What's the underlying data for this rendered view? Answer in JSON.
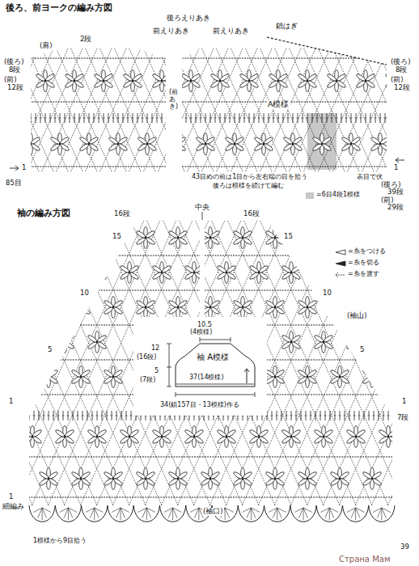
{
  "diagram": {
    "title": "後ろ、前ヨークの編み方図",
    "nodes": [
      {
        "text": [
          "袖 A模様"
        ]
      }
    ],
    "labels": [
      "後ろえりあき",
      "前えりあき",
      "前えりあき",
      "鎖はぎ",
      "2段",
      "(肩)",
      "(後ろ)",
      "8段",
      "(前)",
      "12段",
      "(前あき)",
      "A模様",
      "(後ろ)",
      "8段",
      "(前)",
      "12段",
      "1",
      "1",
      "85目",
      "43目めの前は1目から左右端の目を拾う",
      "後ろは模様を続けて編む",
      "表目で伏",
      "(後ろ)",
      "39段",
      "(前)",
      "29段",
      "袖の編み方図",
      "中央",
      "16段",
      "16段",
      "15",
      "15",
      "10",
      "10",
      "(袖山)",
      "5",
      "5",
      "1",
      "1",
      "7段",
      "1",
      "細編み",
      "1模様から9目拾う",
      "(袖口)",
      "39",
      "Страна Мам",
      "10.5",
      "(4模様)",
      "12",
      "(16段)",
      "5",
      "(7段)",
      "37(14模様)",
      "34(鎖157目・13模様)作る"
    ],
    "legend": [
      {
        "text": "=6目4段1模様",
        "color": "#c8c8c8"
      },
      {
        "text": "=糸をつける"
      },
      {
        "text": "=糸を切る"
      },
      {
        "text": "=糸を渡す"
      }
    ]
  }
}
